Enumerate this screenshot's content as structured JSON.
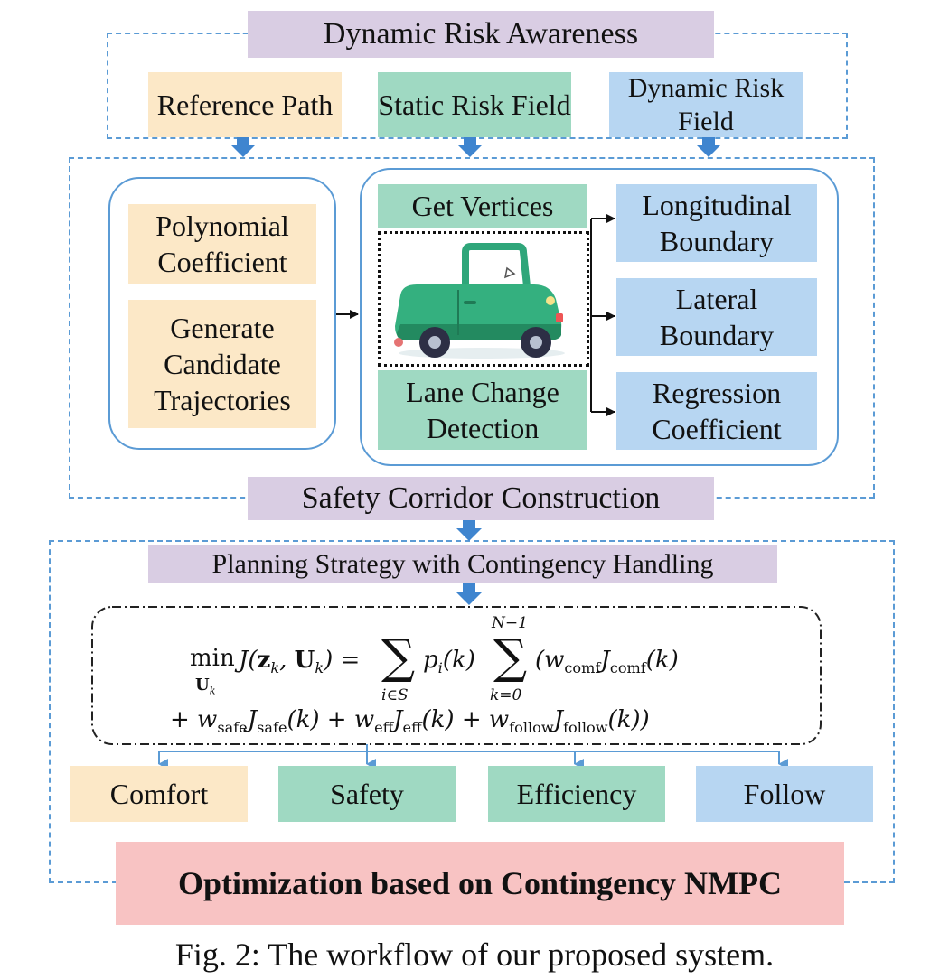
{
  "diagram": {
    "section_risk": {
      "title": "Dynamic Risk Awareness",
      "items": [
        "Reference Path",
        "Static Risk Field",
        "Dynamic Risk Field"
      ]
    },
    "section_corridor": {
      "title": "Safety Corridor Construction",
      "left_group": [
        "Polynomial Coefficient",
        "Generate Candidate Trajectories"
      ],
      "get_vertices": "Get Vertices",
      "lane_change": "Lane Change Detection",
      "outputs": [
        "Longitudinal Boundary",
        "Lateral Boundary",
        "Regression Coefficient"
      ]
    },
    "section_planning": {
      "title": "Planning Strategy with Contingency Handling",
      "objectives": [
        "Comfort",
        "Safety",
        "Efficiency",
        "Follow"
      ],
      "optimizer": "Optimization based on Contingency NMPC"
    },
    "caption": "Fig. 2: The workflow of our proposed system."
  },
  "colors": {
    "dashed_border": "#5b9bd5",
    "title_fill": "#d9cde3",
    "orange_fill": "#fce8c7",
    "green_fill": "#9fd9c2",
    "blue_fill": "#b7d6f2",
    "optimizer_fill": "#f8c3c3"
  }
}
